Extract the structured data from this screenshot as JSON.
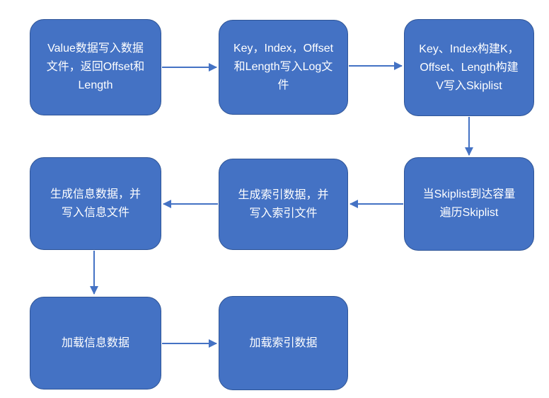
{
  "diagram": {
    "type": "flowchart",
    "nodes": [
      {
        "id": "write-value-data",
        "label": "Value数据写入数据\n文件，返回Offset和\nLength"
      },
      {
        "id": "write-log-file",
        "label": "Key，Index，Offset\n和Length写入Log文\n件"
      },
      {
        "id": "build-skiplist-kv",
        "label": "Key、Index构建K，\nOffset、Length构建\nV写入Skiplist"
      },
      {
        "id": "traverse-skiplist",
        "label": "当Skiplist到达容量\n遍历Skiplist"
      },
      {
        "id": "gen-index-data",
        "label": "生成索引数据，并\n写入索引文件"
      },
      {
        "id": "gen-info-data",
        "label": "生成信息数据，并\n写入信息文件"
      },
      {
        "id": "load-info-data",
        "label": "加载信息数据"
      },
      {
        "id": "load-index-data",
        "label": "加载索引数据"
      }
    ],
    "edges": [
      {
        "from": "write-value-data",
        "to": "write-log-file"
      },
      {
        "from": "write-log-file",
        "to": "build-skiplist-kv"
      },
      {
        "from": "build-skiplist-kv",
        "to": "traverse-skiplist"
      },
      {
        "from": "traverse-skiplist",
        "to": "gen-index-data"
      },
      {
        "from": "gen-index-data",
        "to": "gen-info-data"
      },
      {
        "from": "gen-info-data",
        "to": "load-info-data"
      },
      {
        "from": "load-info-data",
        "to": "load-index-data"
      }
    ]
  },
  "colors": {
    "node_fill": "#4472C4",
    "node_border": "#2F5597",
    "node_text": "#FFFFFF",
    "connector": "#4472C4",
    "background": "#FFFFFF"
  }
}
